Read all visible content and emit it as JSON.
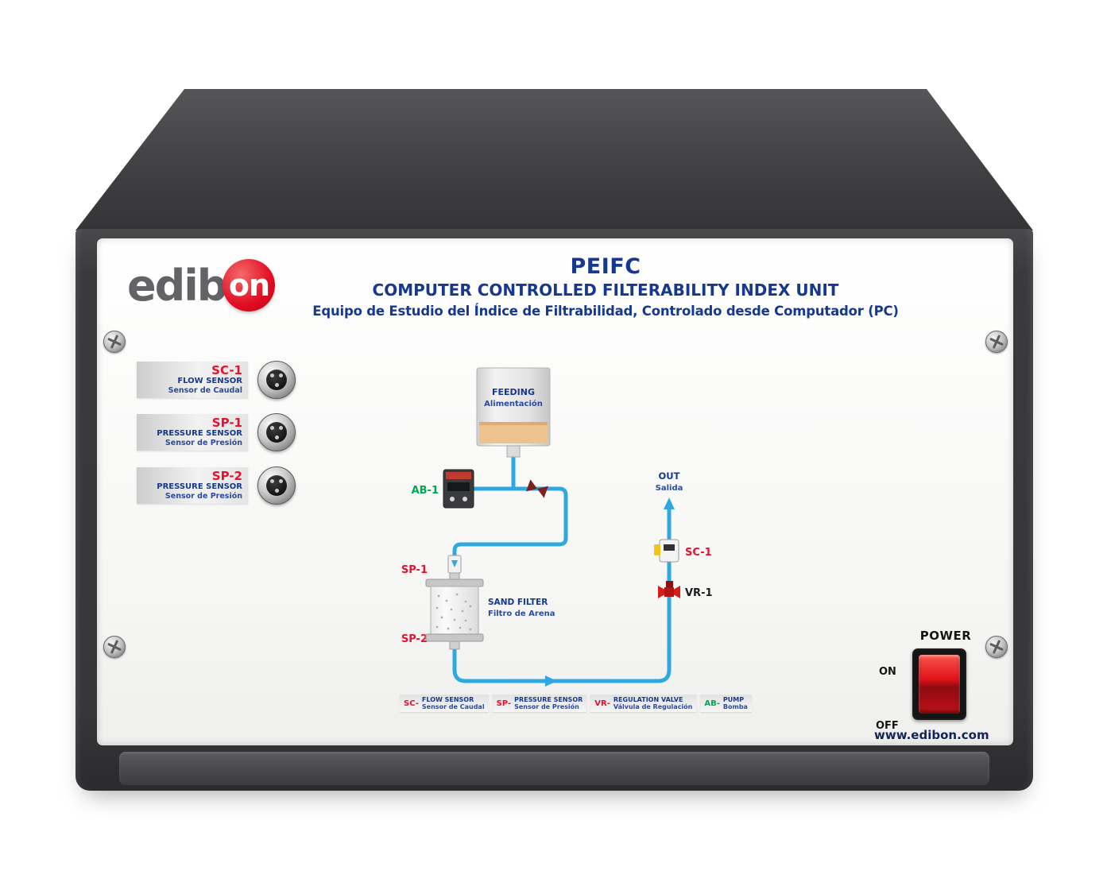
{
  "brand": {
    "logo_prefix": "edib",
    "logo_suffix": "on",
    "website": "www.edibon.com"
  },
  "header": {
    "model": "PEIFC",
    "title_en": "COMPUTER CONTROLLED FILTERABILITY INDEX UNIT",
    "title_es": "Equipo de Estudio del Índice de Filtrabilidad, Controlado desde Computador (PC)"
  },
  "connectors": [
    {
      "code": "SC-1",
      "label_en": "FLOW SENSOR",
      "label_es": "Sensor de Caudal"
    },
    {
      "code": "SP-1",
      "label_en": "PRESSURE SENSOR",
      "label_es": "Sensor de Presión"
    },
    {
      "code": "SP-2",
      "label_en": "PRESSURE SENSOR",
      "label_es": "Sensor de Presión"
    }
  ],
  "diagram": {
    "feeding_en": "FEEDING",
    "feeding_es": "Alimentación",
    "pump": "AB-1",
    "sp1": "SP-1",
    "sp2": "SP-2",
    "sand_filter_en": "SAND FILTER",
    "sand_filter_es": "Filtro de Arena",
    "out_en": "OUT",
    "out_es": "Salida",
    "sc1": "SC-1",
    "vr1": "VR-1"
  },
  "legend": [
    {
      "code": "SC-",
      "label_en": "FLOW SENSOR",
      "label_es": "Sensor de Caudal"
    },
    {
      "code": "SP-",
      "label_en": "PRESSURE SENSOR",
      "label_es": "Sensor de Presión"
    },
    {
      "code": "VR-",
      "label_en": "REGULATION VALVE",
      "label_es": "Válvula de Regulación"
    },
    {
      "code": "AB-",
      "label_en": "PUMP",
      "label_es": "Bomba"
    }
  ],
  "power": {
    "label": "POWER",
    "on_label": "ON",
    "off_label": "OFF"
  },
  "colors": {
    "brand_blue": "#16388e",
    "brand_red": "#e8112d",
    "green": "#00a650",
    "pipe_blue": "#2fa8e0",
    "cabinet_dark": "#3a3a3c"
  }
}
